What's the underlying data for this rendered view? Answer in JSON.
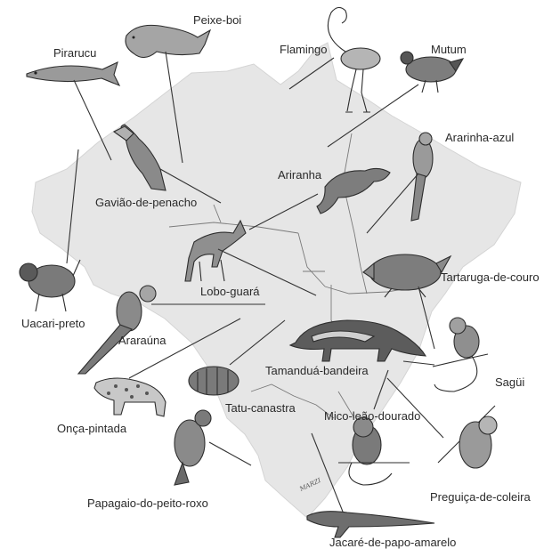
{
  "labels": {
    "pirarucu": "Pirarucu",
    "peixe_boi": "Peixe-boi",
    "flamingo": "Flamingo",
    "mutum": "Mutum",
    "ararinha_azul": "Ararinha-azul",
    "ariranha": "Ariranha",
    "gaviao_de_penacho": "Gavião-de-penacho",
    "lobo_guara": "Lobo-guará",
    "uacari_preto": "Uacari-preto",
    "tartaruga_de_couro": "Tartaruga-de-couro",
    "ararauna": "Araraúna",
    "tamandua_bandeira": "Tamanduá-bandeira",
    "sagui": "Sagüi",
    "onca_pintada": "Onça-pintada",
    "tatu_canastra": "Tatu-canastra",
    "mico_leao_dourado": "Mico-leão-dourado",
    "preguica_de_coleira": "Preguiça-de-coleira",
    "papagaio_do_peito_roxo": "Papagaio-do-peito-roxo",
    "jacare_de_papo_amarelo": "Jacaré-de-papo-amarelo"
  },
  "signature": "MARZI",
  "colors": {
    "map_fill": "#e6e6e6",
    "ink": "#2d2d2d",
    "animal_fill": "#8f8f8f"
  }
}
